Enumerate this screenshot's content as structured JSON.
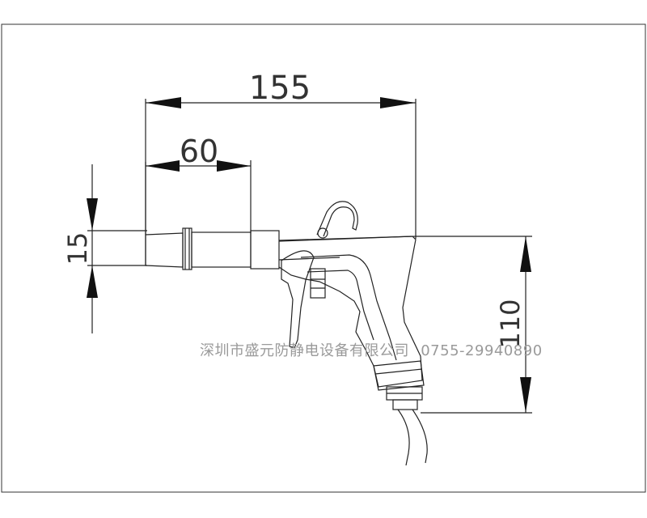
{
  "dimensions": {
    "overall_length": "155",
    "nozzle_length": "60",
    "nozzle_diameter": "15",
    "grip_height": "110"
  },
  "watermark": {
    "company": "深圳市盛元防静电设备有限公司",
    "phone": "0755-29940890"
  },
  "colors": {
    "line": "#222222",
    "dimension_text": "#333333",
    "watermark": "#9a9a9a"
  }
}
